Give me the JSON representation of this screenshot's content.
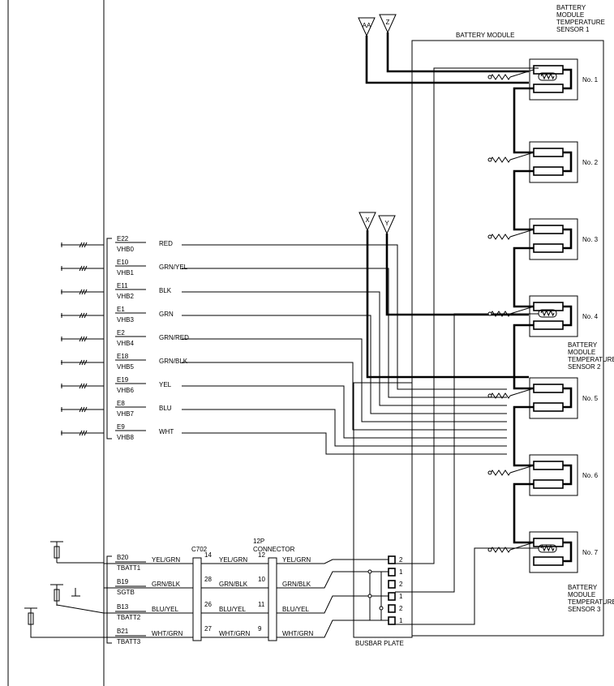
{
  "ecm_connectors": [
    {
      "pin": "E22",
      "signal": "VHB0",
      "wire": "RED"
    },
    {
      "pin": "E10",
      "signal": "VHB1",
      "wire": "GRN/YEL"
    },
    {
      "pin": "E11",
      "signal": "VHB2",
      "wire": "BLK"
    },
    {
      "pin": "E1",
      "signal": "VHB3",
      "wire": "GRN"
    },
    {
      "pin": "E2",
      "signal": "VHB4",
      "wire": "GRN/RED"
    },
    {
      "pin": "E18",
      "signal": "VHB5",
      "wire": "GRN/BLK"
    },
    {
      "pin": "E19",
      "signal": "VHB6",
      "wire": "YEL"
    },
    {
      "pin": "E8",
      "signal": "VHB7",
      "wire": "BLU"
    },
    {
      "pin": "E9",
      "signal": "VHB8",
      "wire": "WHT"
    }
  ],
  "temp_connectors": [
    {
      "pin": "B20",
      "signal": "TBATT1",
      "wire_left": "YEL/GRN",
      "c702_pin": "14",
      "wire_mid": "YEL/GRN",
      "p12_pin": "12",
      "wire_right": "YEL/GRN"
    },
    {
      "pin": "B19",
      "signal": "SGTB",
      "wire_left": "GRN/BLK",
      "c702_pin": "28",
      "wire_mid": "GRN/BLK",
      "p12_pin": "10",
      "wire_right": "GRN/BLK"
    },
    {
      "pin": "B13",
      "signal": "TBATT2",
      "wire_left": "BLU/YEL",
      "c702_pin": "26",
      "wire_mid": "BLU/YEL",
      "p12_pin": "11",
      "wire_right": "BLU/YEL"
    },
    {
      "pin": "B21",
      "signal": "TBATT3",
      "wire_left": "WHT/GRN",
      "c702_pin": "27",
      "wire_mid": "WHT/GRN",
      "p12_pin": "9",
      "wire_right": "WHT/GRN"
    }
  ],
  "labels": {
    "c702": "C702",
    "p12_line1": "12P",
    "p12_line2": "CONNECTOR",
    "battery_module": "BATTERY MODULE",
    "busbar_plate": "BUSBAR PLATE",
    "sensor1": [
      "BATTERY",
      "MODULE",
      "TEMPERATURE",
      "SENSOR 1"
    ],
    "sensor2": [
      "BATTERY",
      "MODULE",
      "TEMPERATURE",
      "SENSOR 2"
    ],
    "sensor3": [
      "BATTERY",
      "MODULE",
      "TEMPERATURE",
      "SENSOR 3"
    ]
  },
  "busbar_pins": [
    "2",
    "1",
    "2",
    "1",
    "2",
    "1"
  ],
  "modules": [
    "No. 1",
    "No. 2",
    "No. 3",
    "No. 4",
    "No. 5",
    "No. 6",
    "No. 7"
  ],
  "connector_flags": [
    "AA",
    "Z",
    "X",
    "Y"
  ]
}
